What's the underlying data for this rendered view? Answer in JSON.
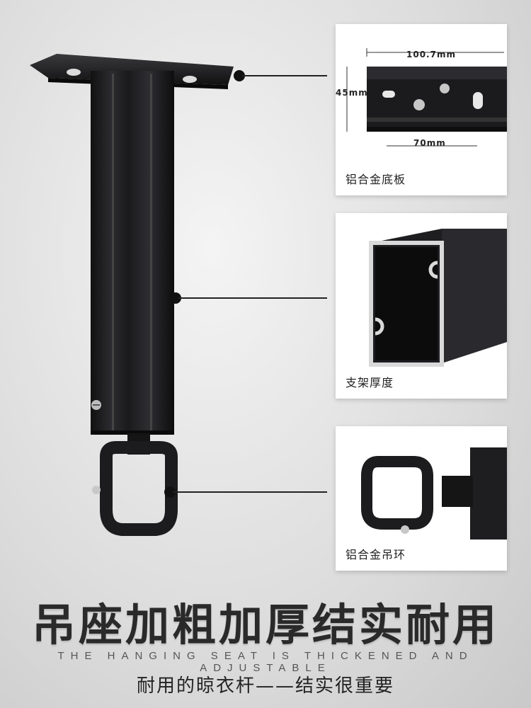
{
  "callouts": {
    "base_plate": {
      "label": "铝合金底板",
      "dim_width": "100.7mm",
      "dim_height": "45mm",
      "dim_hole_spacing": "70mm"
    },
    "support": {
      "label": "支架厚度"
    },
    "ring": {
      "label": "铝合金吊环"
    }
  },
  "headline": "吊座加粗加厚结实耐用",
  "subline": "THE HANGING SEAT IS THICKENED AND ADJUSTABLE",
  "tagline": "耐用的晾衣杆——结实很重要",
  "colors": {
    "metal": "#1c1c1e",
    "metal_highlight": "#3a3a3e",
    "accent_line": "#111111"
  }
}
